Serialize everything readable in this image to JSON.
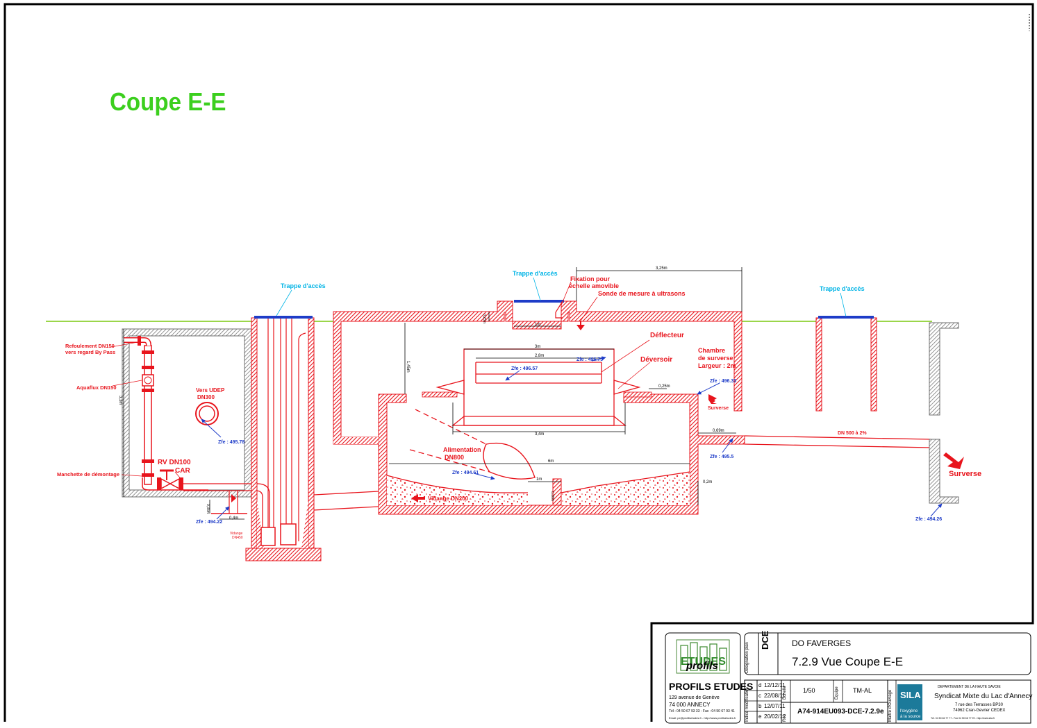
{
  "title": "Coupe E-E",
  "labels": {
    "trappe_left": "Trappe d'accès",
    "trappe_mid": "Trappe d'accès",
    "trappe_right": "Trappe d'accès",
    "fixation_1": "Fixation pour",
    "fixation_2": "échelle amovible",
    "sonde": "Sonde de mesure à ultrasons",
    "deflecteur": "Déflecteur",
    "deversoir": "Déversoir",
    "chambre_1": "Chambre",
    "chambre_2": "de surverse",
    "chambre_3": "Largeur : 2m",
    "refoulement_1": "Refoulement DN150",
    "refoulement_2": "vers regard By Pass",
    "aquaflux": "Aquaflux DN150",
    "vers_udep_1": "Vers UDEP",
    "vers_udep_2": "DN300",
    "rv_1": "RV DN100",
    "rv_2": "CAR",
    "manchette": "Manchette de démontage",
    "alimentation_1": "Alimentation",
    "alimentation_2": "DN800",
    "vidange": "Vidange DN200",
    "vidange_small_1": "Vidange",
    "vidange_small_2": "DN450",
    "surverse_small": "Surverse",
    "surverse_big": "Surverse",
    "dn500": "DN 500 à 2%"
  },
  "levels": {
    "z_495_78": "Zfe : 495.78",
    "z_496_57": "Zfe : 496.57",
    "z_496_75": "Zfe : 496.75",
    "z_496_33": "Zfe : 496.33",
    "z_495_5": "Zfe : 495.5",
    "z_494_61": "Zfe : 494.61",
    "z_494_22": "Zfe : 494.22",
    "z_494_26": "Zfe : 494.26"
  },
  "dimensions": {
    "d_3_25m": "3,25m",
    "d_1m_top": "1m",
    "d_3m": "3m",
    "d_2_8m": "2,8m",
    "d_3_4m": "3,4m",
    "d_6m": "6m",
    "d_1m_bottom": "1m",
    "d_1_45m": "1,45m",
    "d_0_25m": "0,25m",
    "d_0_69m": "0,69m",
    "d_0_2m": "0,2m",
    "d_3_3m": "3,3m",
    "d_0_4m": "0,4m",
    "d_0_35m": "0,35m",
    "d_0_25m_b": "0,25m",
    "d_0_38m": "0,38m"
  },
  "title_block": {
    "company": "PROFILS ETUDES",
    "address_1": "129 avenue de Genève",
    "address_2": "74 000 ANNECY",
    "phone": "Tél : 04 50 67 93 33  - Fax : 04 50 67 93 41",
    "web": "Email: pe@profilsetudes.fr  -  http://www.profilsetudes.fr",
    "phase": "DCE",
    "designation_label": "Désignation plan",
    "project": "DO FAVERGES",
    "drawing_title": "7.2.9 Vue Coupe E-E",
    "indices_label": "Indice modification",
    "indices": [
      {
        "letter": "d",
        "date": "12/12/11"
      },
      {
        "letter": "c",
        "date": "22/08/11"
      },
      {
        "letter": "b",
        "date": "12/07/11"
      },
      {
        "letter": "e",
        "date": "20/02/12"
      }
    ],
    "echelle_label": "Echelle",
    "scale": "1/50",
    "equipe_label": "Equipe",
    "team": "TM-AL",
    "ref_label": "Réf.",
    "reference": "A74-914EU093-DCE-7.2.9e",
    "moa_label": "Maître d'Ouvrage",
    "client_dept": "DEPARTEMENT DE LA HAUTE SAVOIE",
    "client_name": "Syndicat Mixte du Lac d'Annecy",
    "client_addr_1": "7 rue des Terrasses BP30",
    "client_addr_2": "74962 Cran-Gevrier CEDEX",
    "client_phone": "Tél. 04 50 66 77 77 - Fax 04 50 66 77 99 - http://www.sila.fr",
    "sila_logo": "SILA",
    "sila_slogan_1": "l'oxygène",
    "sila_slogan_2": "à la source",
    "logo_text": "ETUDES",
    "logo_script": "profils"
  },
  "colors": {
    "wall": "#e8141c",
    "ground": "#9bd64a",
    "title": "#3ccf1e",
    "cyan": "#00b4e6",
    "blue": "#1e3cc8",
    "gray": "#6d6d6d"
  }
}
